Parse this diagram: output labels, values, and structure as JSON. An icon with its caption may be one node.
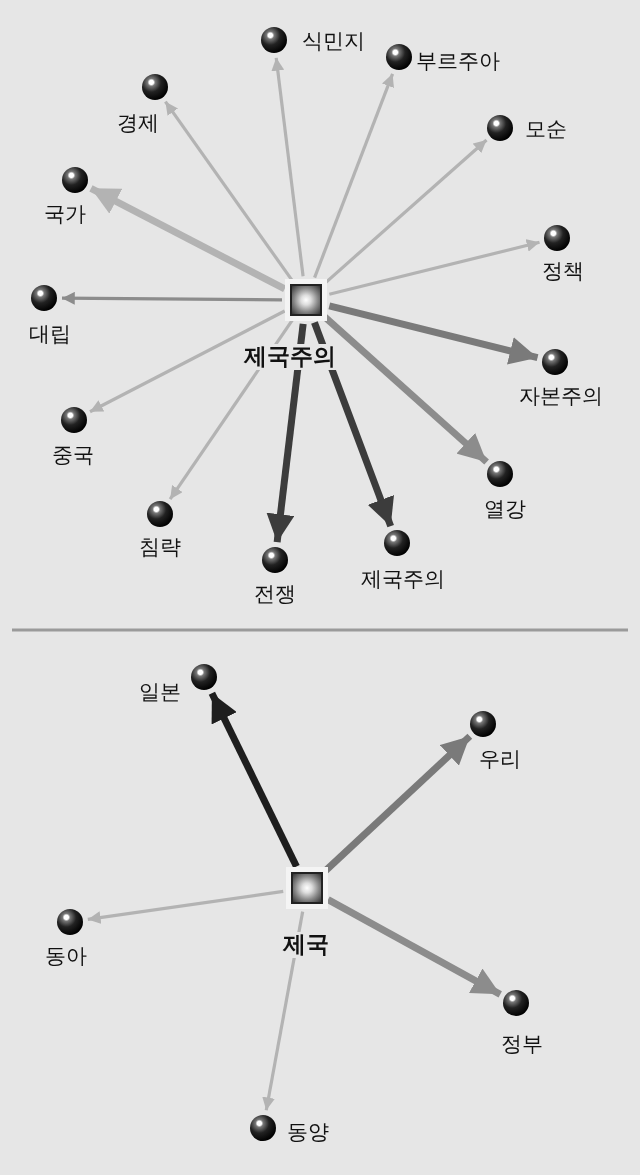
{
  "diagram": {
    "nodes": [
      {
        "text": [
          "제국주의"
        ]
      },
      {
        "text": [
          "식민지"
        ]
      },
      {
        "text": [
          "부르주아"
        ]
      },
      {
        "text": [
          "모순"
        ]
      },
      {
        "text": [
          "정책"
        ]
      },
      {
        "text": [
          "자본주의"
        ]
      },
      {
        "text": [
          "열강"
        ]
      },
      {
        "text": [
          "제국주의"
        ]
      },
      {
        "text": [
          "전쟁"
        ]
      },
      {
        "text": [
          "침략"
        ]
      },
      {
        "text": [
          "중국"
        ]
      },
      {
        "text": [
          "대립"
        ]
      },
      {
        "text": [
          "국가"
        ]
      },
      {
        "text": [
          "경제"
        ]
      },
      {
        "text": [
          "제국"
        ]
      },
      {
        "text": [
          "일본"
        ]
      },
      {
        "text": [
          "우리"
        ]
      },
      {
        "text": [
          "동아"
        ]
      },
      {
        "text": [
          "정부"
        ]
      },
      {
        "text": [
          "동양"
        ]
      }
    ],
    "edges": [
      {
        "from": 0,
        "to": 1,
        "arrow": "to"
      },
      {
        "from": 0,
        "to": 2,
        "arrow": "to"
      },
      {
        "from": 0,
        "to": 3,
        "arrow": "to"
      },
      {
        "from": 0,
        "to": 4,
        "arrow": "to"
      },
      {
        "from": 0,
        "to": 5,
        "arrow": "to",
        "style": "thick",
        "color": "#7a7a7a"
      },
      {
        "from": 0,
        "to": 6,
        "arrow": "to",
        "style": "thick",
        "color": "#8c8c8c"
      },
      {
        "from": 0,
        "to": 7,
        "arrow": "to",
        "style": "thick",
        "color": "#3c3c3c"
      },
      {
        "from": 0,
        "to": 8,
        "arrow": "to",
        "style": "thick",
        "color": "#3c3c3c"
      },
      {
        "from": 0,
        "to": 9,
        "arrow": "to"
      },
      {
        "from": 0,
        "to": 10,
        "arrow": "to"
      },
      {
        "from": 0,
        "to": 11,
        "arrow": "to",
        "color": "#8c8c8c"
      },
      {
        "from": 0,
        "to": 12,
        "arrow": "to",
        "style": "thick"
      },
      {
        "from": 0,
        "to": 13,
        "arrow": "to"
      },
      {
        "from": 14,
        "to": 15,
        "arrow": "to",
        "style": "thick",
        "color": "#1e1e1e"
      },
      {
        "from": 14,
        "to": 16,
        "arrow": "to",
        "style": "thick",
        "color": "#7a7a7a"
      },
      {
        "from": 14,
        "to": 17,
        "arrow": "to"
      },
      {
        "from": 14,
        "to": 18,
        "arrow": "to",
        "style": "thick",
        "color": "#8c8c8c"
      },
      {
        "from": 14,
        "to": 19,
        "arrow": "to"
      }
    ]
  }
}
